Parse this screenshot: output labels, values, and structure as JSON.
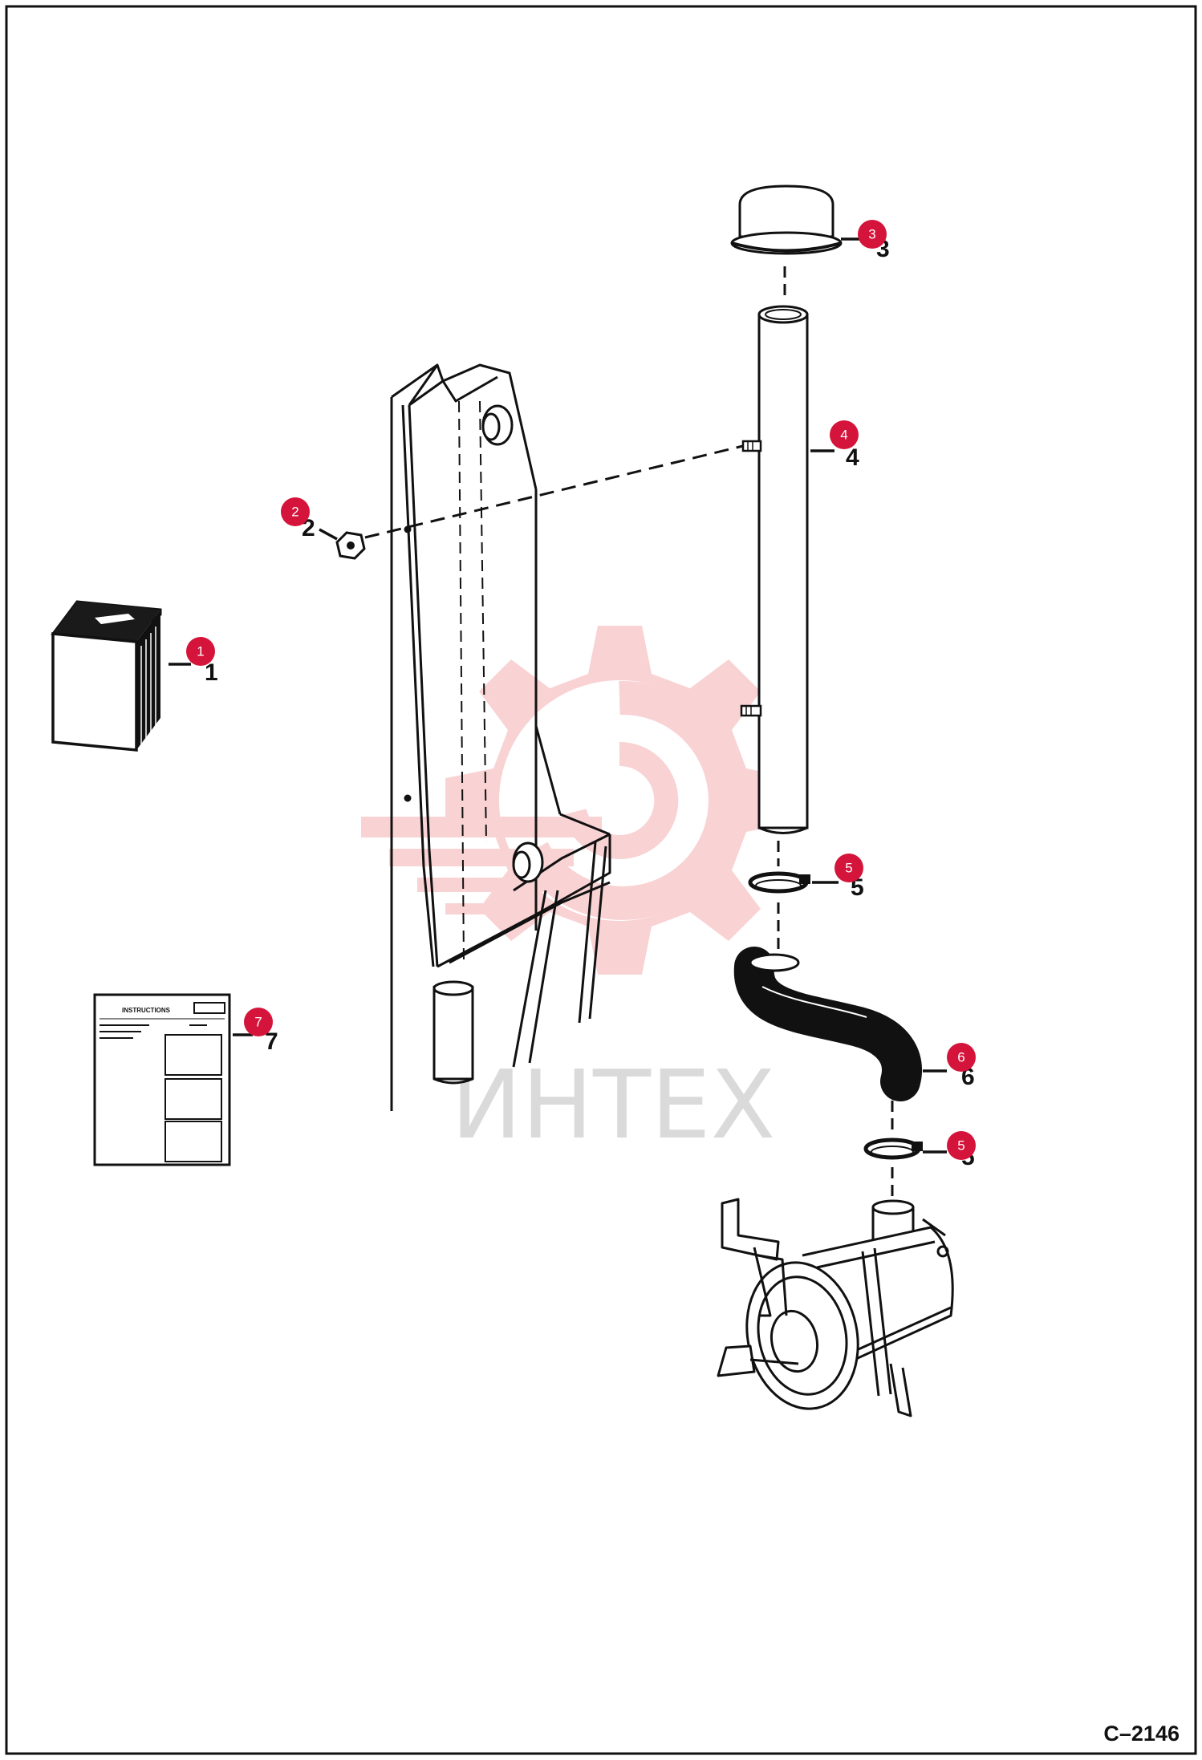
{
  "document": {
    "code": "C–2146"
  },
  "watermark": {
    "text": "ИНТЕХ"
  },
  "instruction_sheet": {
    "heading": "INSTRUCTIONS"
  },
  "callouts": [
    {
      "id": "1",
      "number": "1",
      "old_label": "1"
    },
    {
      "id": "2",
      "number": "2",
      "old_label": "2"
    },
    {
      "id": "3",
      "number": "3",
      "old_label": "3"
    },
    {
      "id": "4",
      "number": "4",
      "old_label": "4"
    },
    {
      "id": "5a",
      "number": "5",
      "old_label": "5"
    },
    {
      "id": "6",
      "number": "6",
      "old_label": "6"
    },
    {
      "id": "5b",
      "number": "5",
      "old_label": "5"
    },
    {
      "id": "7",
      "number": "7",
      "old_label": "7"
    }
  ],
  "colors": {
    "callout_badge": "#d4143a",
    "line_art": "#111111",
    "watermark": "#e8393f"
  }
}
